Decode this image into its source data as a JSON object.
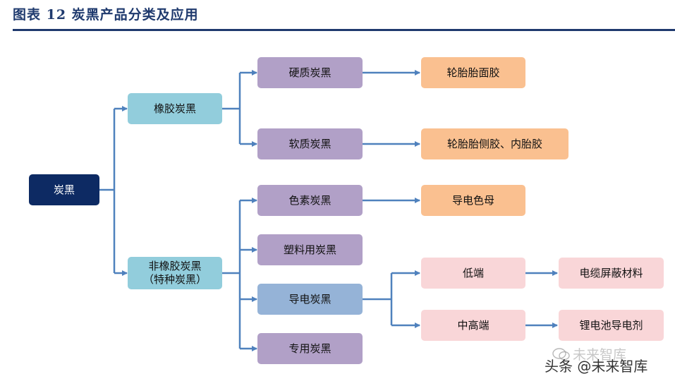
{
  "header": {
    "title": "图表 12   炭黑产品分类及应用"
  },
  "colors": {
    "title": "#1f3a6e",
    "root": "#0d2a63",
    "level1": "#92cddc",
    "level2": "#b1a0c7",
    "conductive": "#95b3d7",
    "application": "#fac090",
    "grade": "#f9d6d8",
    "connector": "#4f81bd"
  },
  "diagram": {
    "root": "炭黑",
    "rubber": "橡胶炭黑",
    "non_rubber": "非橡胶炭黑\n（特种炭黑）",
    "hard": "硬质炭黑",
    "soft": "软质炭黑",
    "pigment": "色素炭黑",
    "plastic": "塑料用炭黑",
    "conductive": "导电炭黑",
    "special": "专用炭黑",
    "tread": "轮胎胎面胶",
    "sidewall": "轮胎胎侧胶、内胎胶",
    "masterbatch": "导电色母",
    "low_end": "低端",
    "mid_high_end": "中高端",
    "cable": "电缆屏蔽材料",
    "lithium": "锂电池导电剂"
  },
  "watermark": {
    "text": "头条 @未来智库",
    "faint_text": "未来智库",
    "icon": "wechat-icon"
  }
}
